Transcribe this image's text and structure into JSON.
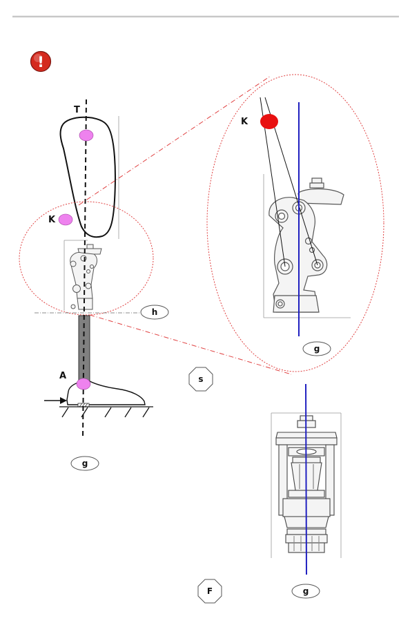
{
  "colors": {
    "accent_red": "#e02020",
    "marker_pink": "#ee82ee",
    "plumb_blue": "#2020c0",
    "header_rule": "#c8c8c8",
    "pylon_gray": "#808080",
    "zoom_ellipse": "#e04040"
  },
  "icons": {
    "warning": "warning-icon"
  },
  "warning": {
    "symbol": "!"
  },
  "left_figure": {
    "label_T": "T",
    "label_K": "K",
    "label_A": "A",
    "badge_h": "h",
    "badge_g": "g"
  },
  "zoom_figure": {
    "label_K": "K",
    "badge_g": "g"
  },
  "center_badge_s": "s",
  "front_view": {
    "badge_F": "F",
    "badge_g": "g"
  }
}
